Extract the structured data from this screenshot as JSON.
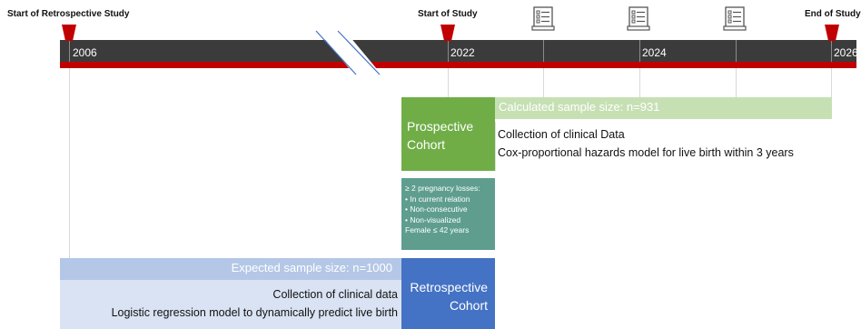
{
  "milestones": {
    "retro_start": "Start of Retrospective Study",
    "study_start": "Start of Study",
    "study_end": "End of Study"
  },
  "timeline": {
    "years": [
      "2006",
      "2022",
      "2024",
      "2026"
    ]
  },
  "icons": [
    "questionnaire-icon",
    "questionnaire-icon",
    "questionnaire-icon"
  ],
  "prospective": {
    "cohort_label_line1": "Prospective",
    "cohort_label_line2": "Cohort",
    "sample_size": "Calculated sample size: n=931",
    "line1": "Collection of clinical Data",
    "line2": "Cox-proportional hazards model for live birth within 3 years"
  },
  "criteria": {
    "heading": "≥ 2 pregnancy losses:",
    "items": [
      "• In current relation",
      "• Non-consecutive",
      "• Non-visualized"
    ],
    "footer": "Female ≤ 42 years"
  },
  "retrospective": {
    "cohort_label_line1": "Retrospective",
    "cohort_label_line2": "Cohort",
    "sample_size": "Expected sample size: n=1000",
    "line1": "Collection of clinical data",
    "line2": "Logistic regression model to dynamically predict live birth"
  },
  "colors": {
    "timeline": "#3b3b3b",
    "timeline_accent": "#c00000",
    "prospective": "#70ad47",
    "prospective_light": "#c6e0b4",
    "criteria": "#5f9e8f",
    "retrospective": "#4472c4",
    "retrospective_light": "#b4c7e7",
    "retrospective_bg": "#dae3f3"
  }
}
